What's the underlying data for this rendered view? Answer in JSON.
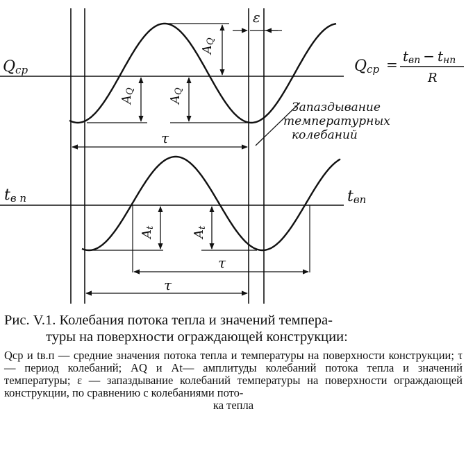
{
  "diagram": {
    "labels": {
      "q_cp": "Q",
      "q_cp_sub": "ср",
      "q_formula_lhs": "Q",
      "q_formula_lhs_sub": "ср",
      "eq": "=",
      "formula_num_a": "t",
      "formula_num_a_sub": "вп",
      "formula_minus": "−",
      "formula_num_b": "t",
      "formula_num_b_sub": "нп",
      "formula_den": "R",
      "epsilon": "ε",
      "a_q_top": "A",
      "a_q_top_sub": "Q",
      "a_q_left": "A",
      "a_q_left_sub": "Q",
      "a_q_mid": "A",
      "a_q_mid_sub": "Q",
      "delay_line1": "Запаздывание",
      "delay_line2": "температурных",
      "delay_line3": "колебаний",
      "tau_top": "τ",
      "t_vp_left": "t",
      "t_vp_left_sub": "в п",
      "t_vp_right": "t",
      "t_vp_right_sub": "вп",
      "a_t_left": "A",
      "a_t_left_sub": "t",
      "a_t_mid": "A",
      "a_t_mid_sub": "t",
      "tau_mid": "τ",
      "tau_bottom": "τ"
    }
  },
  "caption": {
    "title_line1": "Рис. V.1. Колебания потока тепла и значений темпера-",
    "title_line2": "туры на поверхности ограждающей конструкции:",
    "body": "Q",
    "body_full": "Qср и tв.п — средние значения потока тепла и температуры на поверхности конструкции; τ — период колебаний; AQ и At— амплитуды колебаний потока тепла и значений температуры; ε — запаздывание колебаний температуры на поверхности ограждающей конструкции, по сравнению с колебаниями пото-",
    "body_last": "ка тепла"
  }
}
